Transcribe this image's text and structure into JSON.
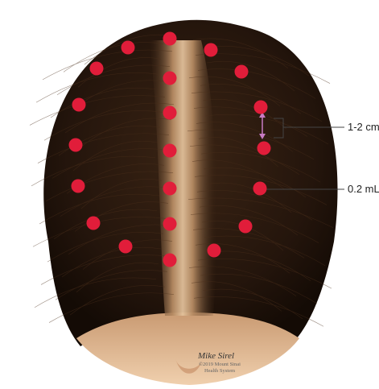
{
  "annotations": {
    "spacing_label": "1-2 cm",
    "volume_label": "0.2 mL"
  },
  "credit": {
    "signature": "Mike Sirel",
    "line1": "©2019 Mount Sinai",
    "line2": "Health System"
  },
  "colors": {
    "injection_point": "#e11d3a",
    "hair_dark": "#2a1a10",
    "scalp": "#d8b591",
    "skin": "#e9c7a5",
    "arrow": "#c77bc4",
    "callout_line": "#444444"
  }
}
